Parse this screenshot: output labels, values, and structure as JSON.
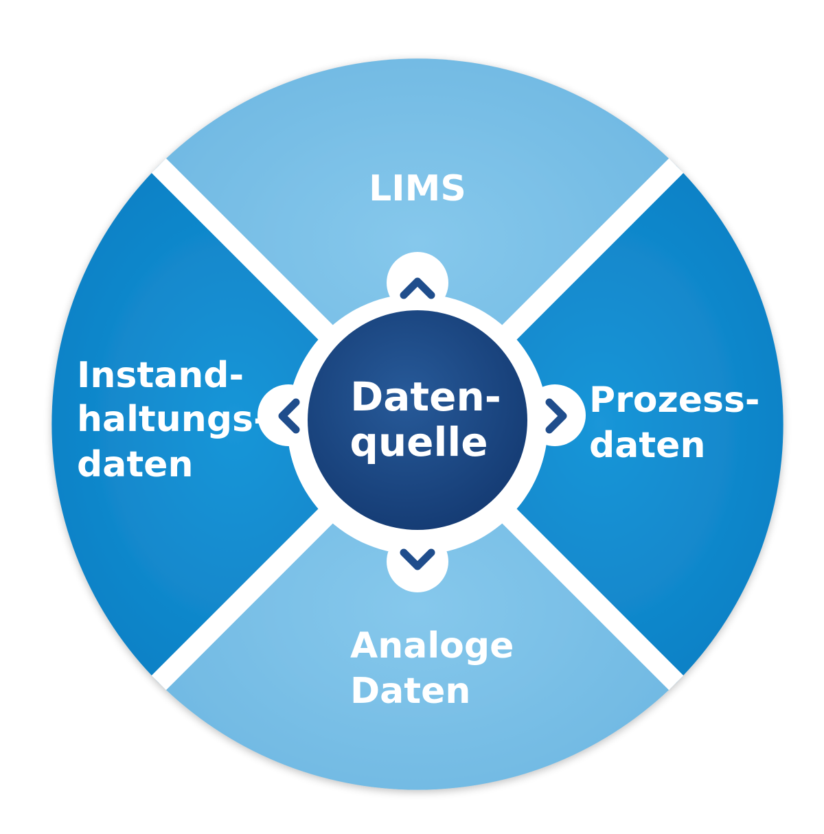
{
  "diagram": {
    "center": {
      "line1": "Daten-",
      "line2": "quelle"
    },
    "segments": {
      "top": {
        "line1": "LIMS"
      },
      "right": {
        "line1": "Prozess-",
        "line2": "daten"
      },
      "bottom": {
        "line1": "Analoge",
        "line2": "Daten"
      },
      "left": {
        "line1": "Instand-",
        "line2": "haltungs-",
        "line3": "daten"
      }
    },
    "colors": {
      "light_blue": "#7dc1e8",
      "mid_blue": "#1a8fd2",
      "dark_navy": "#1d4a86",
      "arrow_navy": "#1f4d8c",
      "separator": "#ffffff"
    },
    "icons": [
      "chevron-up-icon",
      "chevron-right-icon",
      "chevron-down-icon",
      "chevron-left-icon"
    ]
  }
}
